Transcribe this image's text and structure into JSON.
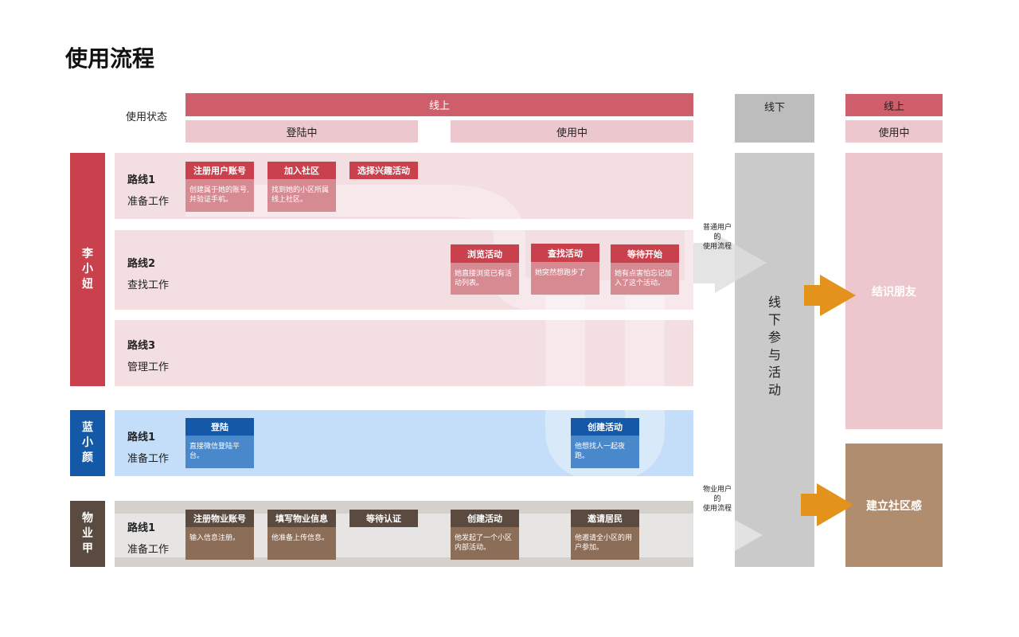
{
  "title": "使用流程",
  "status_label": "使用状态",
  "header": {
    "online": "线上",
    "logging_in": "登陆中",
    "in_use": "使用中",
    "offline": "线下",
    "right_online": "线上",
    "right_in_use": "使用中"
  },
  "personas": {
    "p1": "李小妞",
    "p2": "蓝小颜",
    "p3": "物业甲"
  },
  "lanes": {
    "l1": {
      "title": "路线1",
      "sub": "准备工作"
    },
    "l2": {
      "title": "路线2",
      "sub": "查找工作"
    },
    "l3": {
      "title": "路线3",
      "sub": "管理工作"
    },
    "l4": {
      "title": "路线1",
      "sub": "准备工作"
    },
    "l5": {
      "title": "路线1",
      "sub": "准备工作"
    }
  },
  "cards": {
    "register": {
      "title": "注册用户账号",
      "desc": "创建属于她的账号,并验证手机。"
    },
    "join": {
      "title": "加入社区",
      "desc": "找到她的小区所属线上社区。"
    },
    "choose": {
      "title": "选择兴趣活动"
    },
    "browse": {
      "title": "浏览活动",
      "desc": "她直接浏览已有活动列表。"
    },
    "find": {
      "title": "查找活动",
      "desc": "她突然想跑步了"
    },
    "wait": {
      "title": "等待开始",
      "desc": "她有点害怕忘记加入了这个活动。"
    },
    "login": {
      "title": "登陆",
      "desc": "直接微信登陆平台。"
    },
    "create": {
      "title": "创建活动",
      "desc": "他想找人一起夜跑。"
    },
    "prop_register": {
      "title": "注册物业账号",
      "desc": "输入信息注册。"
    },
    "prop_fill": {
      "title": "填写物业信息",
      "desc": "他准备上传信息。"
    },
    "prop_wait": {
      "title": "等待认证"
    },
    "prop_create": {
      "title": "创建活动",
      "desc": "他发起了一个小区内部活动。"
    },
    "prop_invite": {
      "title": "邀请居民",
      "desc": "他邀请全小区的用户参加。"
    }
  },
  "flow_labels": {
    "normal": [
      "普通用户",
      "的",
      "使用流程"
    ],
    "property": [
      "物业用户",
      "的",
      "使用流程"
    ]
  },
  "offline_activity": "线下参与活动",
  "results": {
    "friends": "结识朋友",
    "community": "建立社区感"
  },
  "colors": {
    "red": "#CE5E6A",
    "red_dark": "#C8414C",
    "pink": "#ECC7CD",
    "pink_lane": "#F3DEE1",
    "blue": "#1458A8",
    "blue_lane": "#C4DDF8",
    "brown": "#5A4A3F",
    "brown_card": "#8C6D57",
    "gray": "#C8C8C8",
    "orange": "#E3921C",
    "tan": "#B08D6E"
  }
}
